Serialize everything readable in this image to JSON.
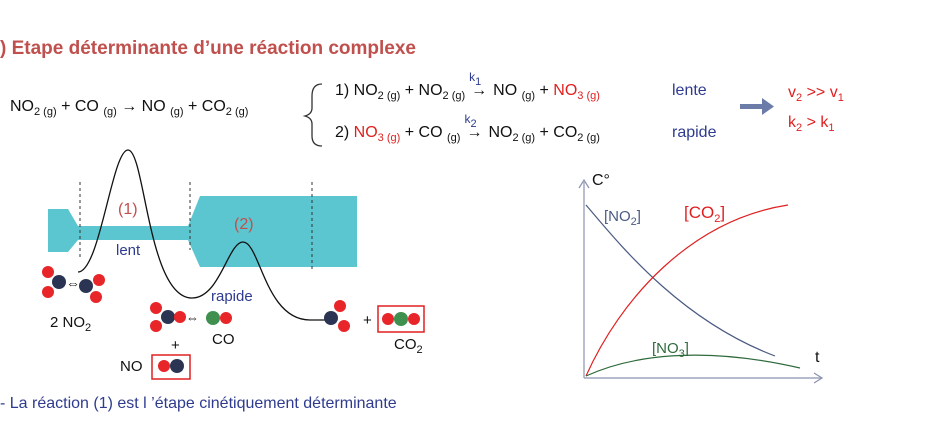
{
  "title": ") Etape déterminante d’une réaction complexe",
  "global_reaction": {
    "parts": [
      "NO",
      "2 (g)",
      " + CO ",
      "(g)",
      " → NO ",
      "(g)",
      " + CO",
      "2 (g)"
    ]
  },
  "step1": {
    "num": "1) ",
    "a": "NO",
    "a_sub": "2 (g)",
    "plus": " + NO",
    "b_sub": "2 (g)",
    "k": "k",
    "k_sub": "1",
    "p1": "NO ",
    "p1_sub": "(g)",
    "plus2": " + ",
    "p2": "NO",
    "p2_sub": "3 (g)",
    "speed": "lente"
  },
  "step2": {
    "num": "2) ",
    "a": "NO",
    "a_sub": "3 (g)",
    "plus": " +  CO ",
    "b_sub": "(g)",
    "k": "k",
    "k_sub": "2",
    "p1": "NO",
    "p1_sub": "2 (g)",
    "plus2": " + CO",
    "p2_sub": "2 (g)",
    "speed": "rapide"
  },
  "conclusion": {
    "v_line": [
      "v",
      "2",
      " >> v",
      "1"
    ],
    "k_line": [
      "k",
      "2",
      " > k",
      "1"
    ]
  },
  "diagram": {
    "peak1_label": "(1)",
    "peak2_label": "(2)",
    "lent": "lent",
    "rapide": "rapide",
    "no2_label": "2 NO",
    "no2_sub": "2",
    "co_label": "CO",
    "no_label": "NO",
    "plus": "+",
    "co2_label": "CO",
    "co2_sub": "2",
    "colors": {
      "channel": "#5bc6cf",
      "red_atom": "#e8262a",
      "navy_atom": "#2b3553",
      "green_atom": "#3f8f4f"
    }
  },
  "graph": {
    "yaxis": "C°",
    "xaxis": "t",
    "no2": [
      "[NO",
      "2",
      "]"
    ],
    "co2": [
      "[CO",
      "2",
      "]"
    ],
    "no3": [
      "[NO",
      "3",
      "]"
    ],
    "colors": {
      "no2": "#4a5a82",
      "co2": "#e02020",
      "no3": "#2f6b3c",
      "axis": "#8a93b0"
    }
  },
  "footer": "- La réaction (1) est l ’étape cinétiquement déterminante"
}
